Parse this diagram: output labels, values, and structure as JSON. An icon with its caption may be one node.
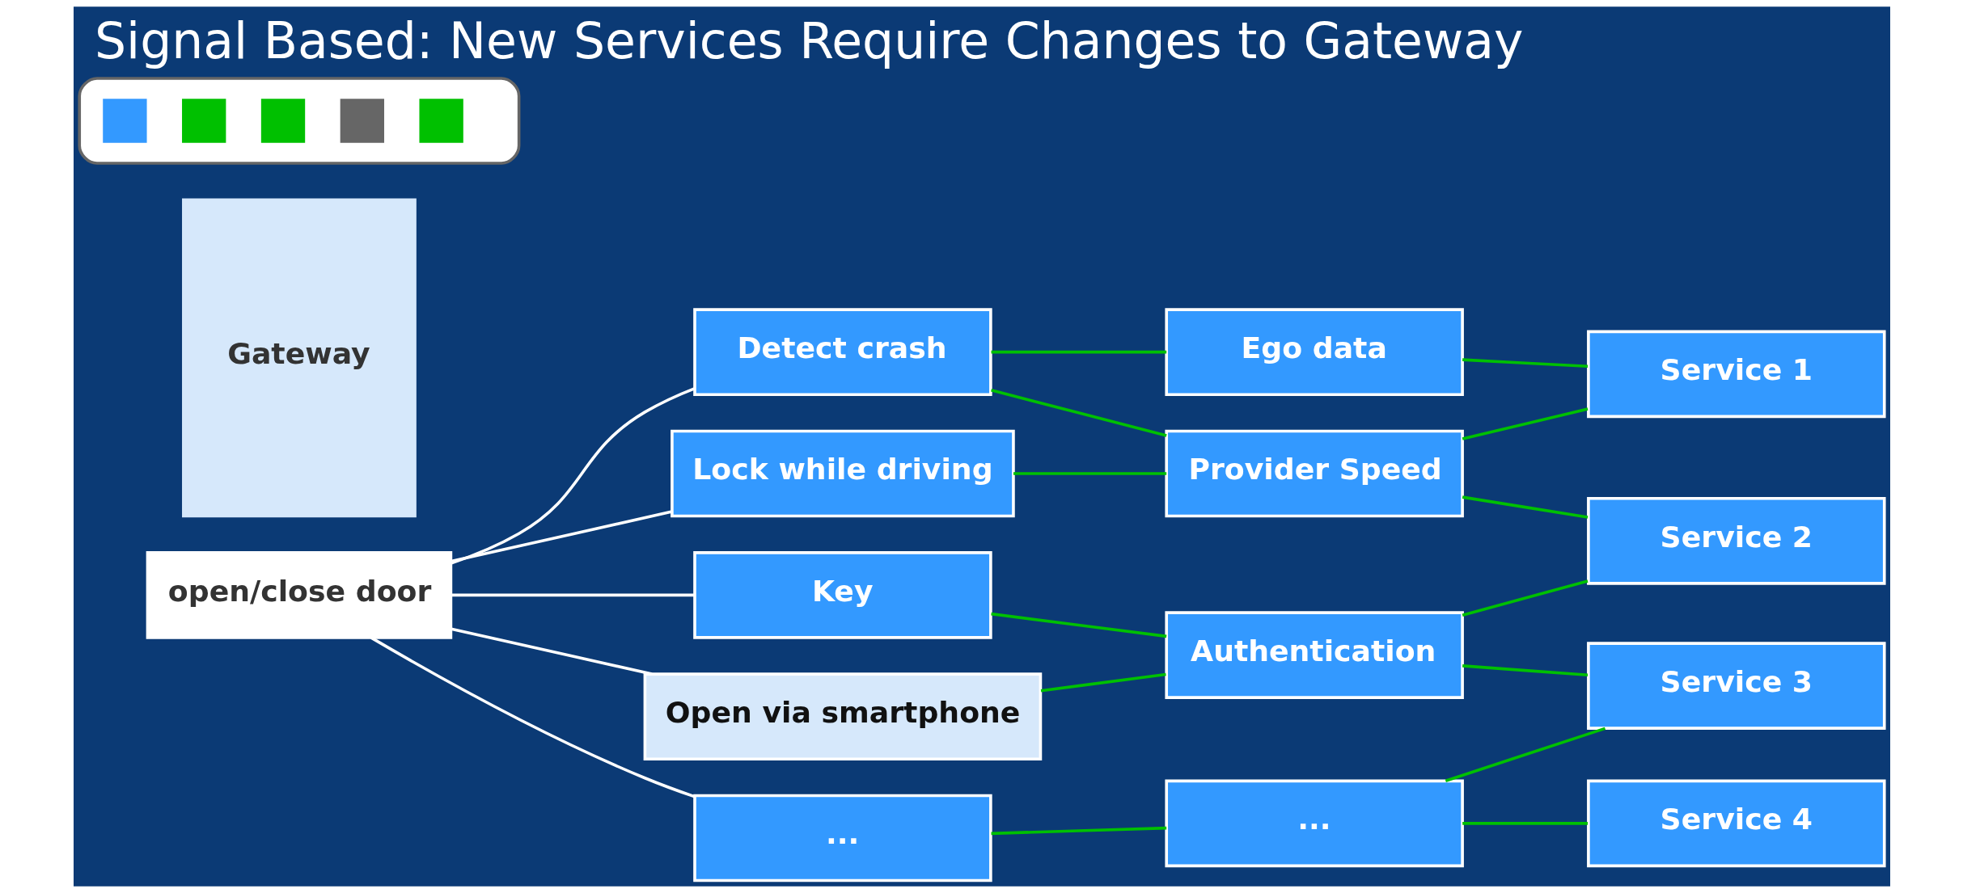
{
  "diagram": {
    "title": "Signal Based: New Services Require Changes to Gateway",
    "nodes": [
      {
        "text": [
          "open/close door"
        ]
      },
      {
        "text": [
          "Gateway"
        ]
      },
      {
        "text": [
          "Detect crash"
        ]
      },
      {
        "text": [
          "Lock while driving"
        ]
      },
      {
        "text": [
          "Key"
        ]
      },
      {
        "text": [
          "Open via smartphone"
        ]
      },
      {
        "text": [
          "..."
        ]
      },
      {
        "text": [
          "Ego data"
        ]
      },
      {
        "text": [
          "Provider Speed"
        ]
      },
      {
        "text": [
          "Authentication"
        ]
      },
      {
        "text": [
          "..."
        ]
      },
      {
        "text": [
          "Service 1"
        ]
      },
      {
        "text": [
          "Service 2"
        ]
      },
      {
        "text": [
          "Service 3"
        ]
      },
      {
        "text": [
          "Service 4"
        ]
      },
      {
        "text": [],
        "shape": "picture"
      }
    ],
    "edges": [
      {
        "from": 0,
        "to": 2,
        "arrow": "none",
        "color": "#ffffff"
      },
      {
        "from": 0,
        "to": 3,
        "arrow": "none",
        "color": "#ffffff"
      },
      {
        "from": 0,
        "to": 4,
        "arrow": "none",
        "color": "#ffffff"
      },
      {
        "from": 0,
        "to": 5,
        "arrow": "none",
        "color": "#ffffff"
      },
      {
        "from": 0,
        "to": 6,
        "arrow": "none",
        "color": "#ffffff"
      },
      {
        "from": 2,
        "to": 7,
        "arrow": "none"
      },
      {
        "from": 2,
        "to": 8,
        "arrow": "none"
      },
      {
        "from": 3,
        "to": 8,
        "arrow": "none"
      },
      {
        "from": 4,
        "to": 9,
        "arrow": "none"
      },
      {
        "from": 5,
        "to": 9,
        "arrow": "none"
      },
      {
        "from": 6,
        "to": 10,
        "arrow": "none"
      },
      {
        "from": 7,
        "to": 11,
        "arrow": "none"
      },
      {
        "from": 8,
        "to": 11,
        "arrow": "none"
      },
      {
        "from": 8,
        "to": 12,
        "arrow": "none"
      },
      {
        "from": 9,
        "to": 12,
        "arrow": "none"
      },
      {
        "from": 9,
        "to": 13,
        "arrow": "none"
      },
      {
        "from": 10,
        "to": 13,
        "arrow": "none"
      },
      {
        "from": 10,
        "to": 14,
        "arrow": "none"
      }
    ]
  }
}
